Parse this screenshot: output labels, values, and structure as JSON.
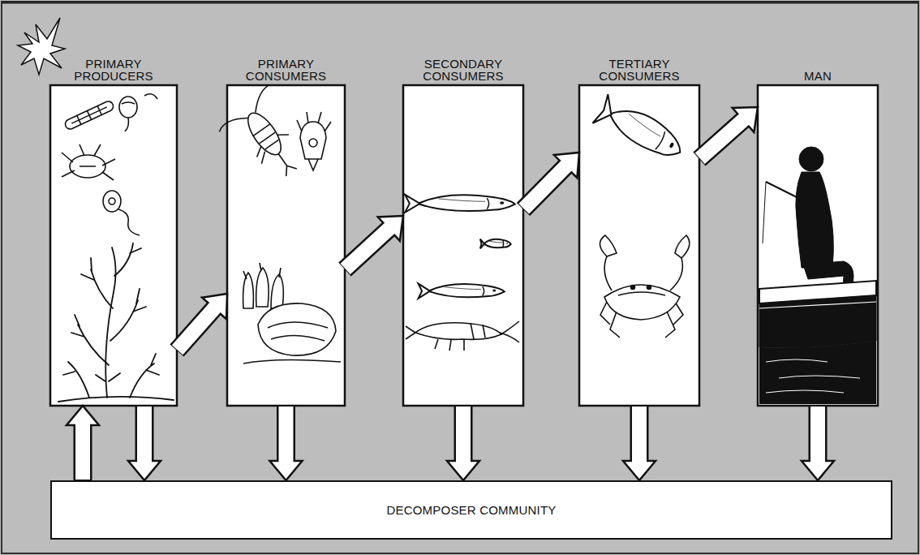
{
  "diagram": {
    "nodes": [
      {
        "text": [
          "PRIMARY PRODUCERS"
        ]
      },
      {
        "text": [
          "PRIMARY CONSUMERS"
        ]
      },
      {
        "text": [
          "SECONDARY CONSUMERS"
        ]
      },
      {
        "text": [
          "TERTIARY CONSUMERS"
        ]
      },
      {
        "text": [
          "MAN"
        ]
      },
      {
        "text": [
          "DECOMPOSER COMMUNITY"
        ]
      }
    ],
    "edges": [
      {
        "from": 0,
        "to": 1,
        "arrow": "to"
      },
      {
        "from": 1,
        "to": 2,
        "arrow": "to"
      },
      {
        "from": 2,
        "to": 3,
        "arrow": "to"
      },
      {
        "from": 3,
        "to": 4,
        "arrow": "to"
      },
      {
        "from": 0,
        "to": 5,
        "arrow": "to"
      },
      {
        "from": 1,
        "to": 5,
        "arrow": "to"
      },
      {
        "from": 2,
        "to": 5,
        "arrow": "to"
      },
      {
        "from": 3,
        "to": 5,
        "arrow": "to"
      },
      {
        "from": 4,
        "to": 5,
        "arrow": "to"
      },
      {
        "from": 5,
        "to": 0,
        "arrow": "to"
      }
    ]
  }
}
